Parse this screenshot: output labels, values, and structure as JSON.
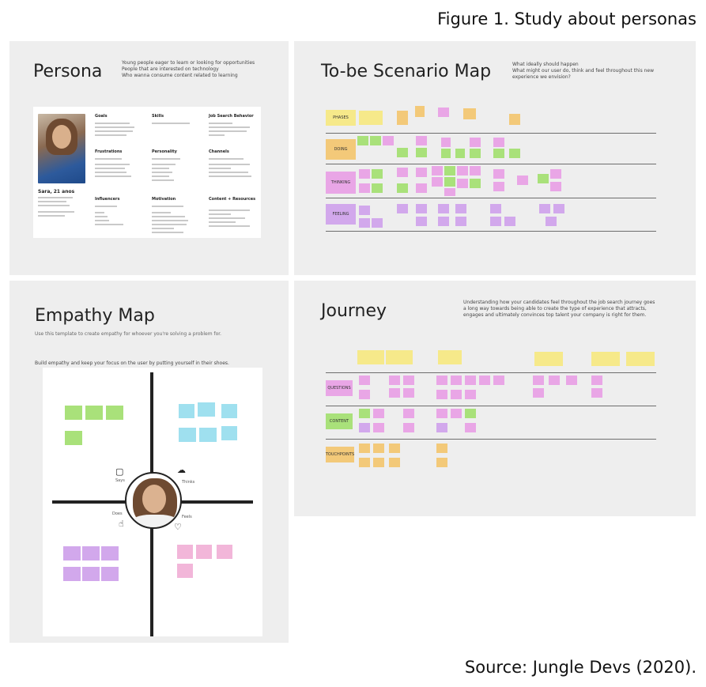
{
  "figure": {
    "title": "Figure 1. Study about personas",
    "source": "Source: Jungle Devs (2020)."
  },
  "persona": {
    "title": "Persona",
    "intro": [
      "Young people eager to learn or looking for opportunities",
      "People that are interested on technology",
      "Who wanna consume content related to learning"
    ],
    "name": "Sara, 21 anos",
    "sections": {
      "goals": "Goals",
      "skills": "Skills",
      "job_search": "Job Search Behavior",
      "frustrations": "Frustrations",
      "personality": "Personality",
      "channels": "Channels",
      "influencers": "Influencers",
      "motivation": "Motivation",
      "content": "Content + Resources"
    }
  },
  "scenario": {
    "title": "To-be Scenario Map",
    "intro": [
      "What ideally should happen",
      "What might our user do, think and feel throughout this new",
      "experience we envision?"
    ],
    "rows": {
      "phases": "PHASES",
      "doing": "DOING",
      "thinking": "THINKING",
      "feeling": "FEELING"
    }
  },
  "empathy": {
    "title": "Empathy Map",
    "intro": "Use this template to create empathy for whoever you're solving a problem for.",
    "instruction": "Build empathy and keep your focus on the user by putting yourself in their shoes.",
    "quadrants": {
      "says": "Says",
      "thinks": "Thinks",
      "does": "Does",
      "feels": "Feels"
    }
  },
  "journey": {
    "title": "Journey",
    "intro": [
      "Understanding how your candidates feel throughout the job search journey goes",
      "a long way towards being able to create the type of experience that attracts,",
      "engages and ultimately convinces top talent your company is right for them."
    ],
    "rows": {
      "questions": "QUESTIONS",
      "content": "CONTENT",
      "touchpoints": "TOUCHPOINTS"
    }
  }
}
